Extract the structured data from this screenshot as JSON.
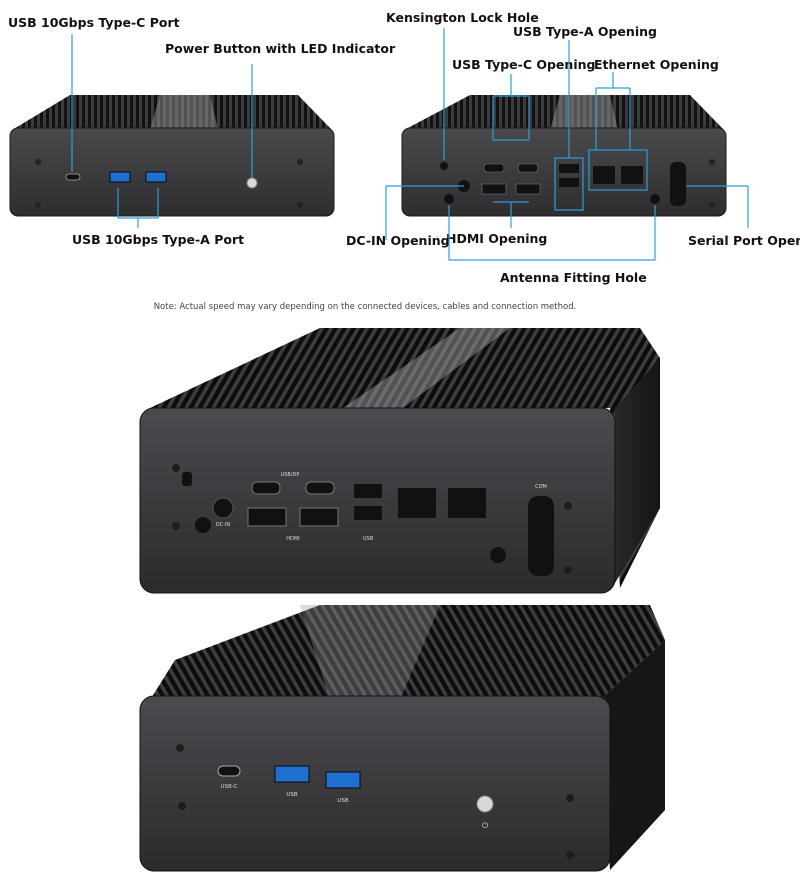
{
  "callouts": {
    "usb_c_port": "USB 10Gbps Type-C Port",
    "power_button": "Power Button with LED Indicator",
    "usb_a_port": "USB 10Gbps Type-A Port",
    "kensington": "Kensington Lock Hole",
    "usb_a_opening": "USB Type-A Opening",
    "usb_c_opening": "USB Type-C Opening",
    "ethernet_opening": "Ethernet Opening",
    "dcin_opening": "DC-IN Opening",
    "hdmi_opening": "HDMI Opening",
    "serial_opening": "Serial Port Opening",
    "antenna_hole": "Antenna Fitting Hole"
  },
  "note": "Note: Actual speed may vary depending on the connected devices, cables and connection method.",
  "port_labels": {
    "usb_c": "USB-C",
    "usb": "USB",
    "usb_dp": "USB/DP",
    "hdmi": "HDMI",
    "dc_in": "DC-IN",
    "com": "COM"
  },
  "colors": {
    "callout_line": "#2a9fd8",
    "chassis": "#3b3b3e",
    "chassis_dark": "#1c1c1e",
    "usb_blue": "#1f6fd1"
  }
}
